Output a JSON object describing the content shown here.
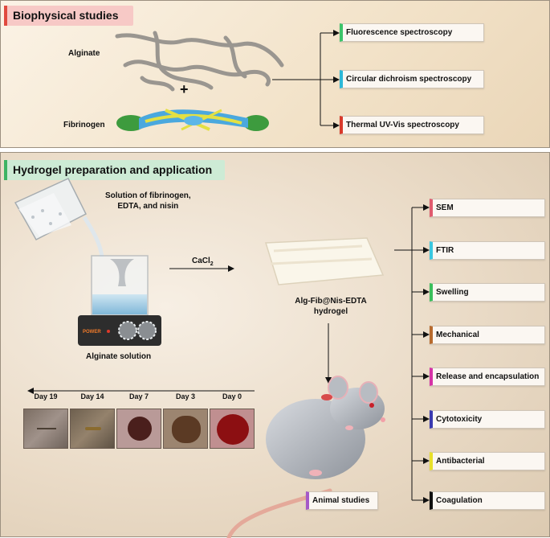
{
  "biophysical": {
    "title": "Biophysical studies",
    "alginate_label": "Alginate",
    "fibrinogen_label": "Fibrinogen",
    "plus": "+",
    "techniques": [
      {
        "label": "Fluorescence spectroscopy",
        "color": "#3cc46a"
      },
      {
        "label": "Circular dichroism spectroscopy",
        "color": "#2db8d8"
      },
      {
        "label": "Thermal UV-Vis spectroscopy",
        "color": "#d93a2b"
      }
    ]
  },
  "hydrogel": {
    "title": "Hydrogel preparation and application",
    "solution_label_line1": "Solution of fibrinogen,",
    "solution_label_line2": "EDTA, and nisin",
    "cacl2_main": "CaCl",
    "cacl2_sub": "2",
    "power_label": "POWER",
    "alginate_solution_label": "Alginate solution",
    "product_line1": "Alg-Fib@Nis-EDTA",
    "product_line2": "hydrogel",
    "animal_studies": {
      "label": "Animal studies",
      "color": "#a55ac8"
    },
    "days": [
      "Day 19",
      "Day 14",
      "Day 7",
      "Day 3",
      "Day 0"
    ],
    "characterizations": [
      {
        "label": "SEM",
        "color": "#e05b6e"
      },
      {
        "label": "FTIR",
        "color": "#3bc7e0"
      },
      {
        "label": "Swelling",
        "color": "#3bbf5c"
      },
      {
        "label": "Mechanical",
        "color": "#b86b2e"
      },
      {
        "label": "Release and encapsulation",
        "color": "#d633a6"
      },
      {
        "label": "Cytotoxicity",
        "color": "#3a3ab0"
      },
      {
        "label": "Antibacterial",
        "color": "#e8e02a"
      },
      {
        "label": "Coagulation",
        "color": "#111111"
      }
    ]
  }
}
